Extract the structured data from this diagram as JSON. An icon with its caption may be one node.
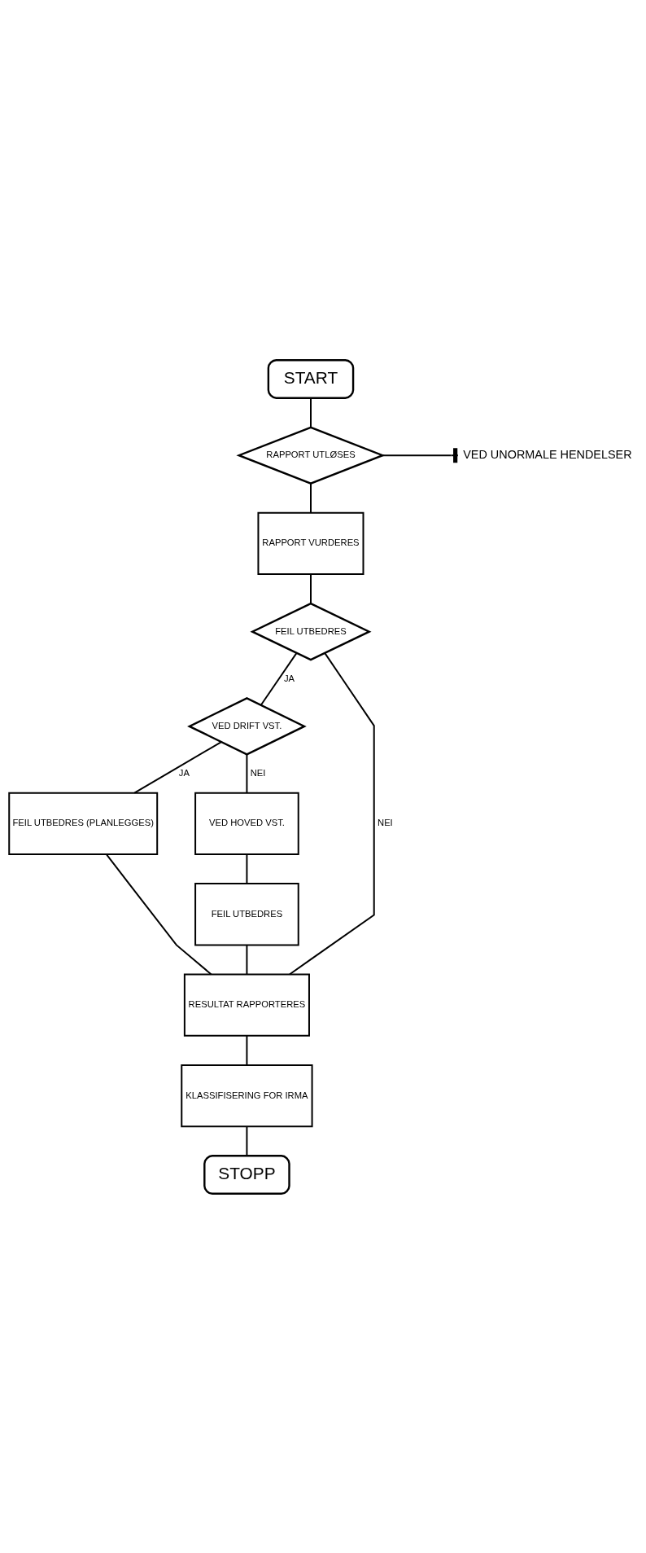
{
  "diagram": {
    "nodes": [
      {
        "text": [
          "START"
        ]
      },
      {
        "text": [
          "RAPPORT UTLØSES"
        ]
      },
      {
        "text": [
          "VED UNORMALE HENDELSER"
        ]
      },
      {
        "text": [
          "RAPPORT VURDERES"
        ]
      },
      {
        "text": [
          "FEIL UTBEDRES"
        ]
      },
      {
        "text": [
          "VED DRIFT VST."
        ]
      },
      {
        "text": [
          "FEIL UTBEDRES (PLANLEGGES)"
        ]
      },
      {
        "text": [
          "VED HOVED VST."
        ]
      },
      {
        "text": [
          "FEIL UTBEDRES"
        ]
      },
      {
        "text": [
          "RESULTAT RAPPORTERES"
        ]
      },
      {
        "text": [
          "KLASSIFISERING FOR IRMA"
        ]
      },
      {
        "text": [
          "STOPP"
        ]
      }
    ],
    "edges": [
      {
        "from": 0,
        "to": 1,
        "arrow": "none"
      },
      {
        "from": 1,
        "to": 2,
        "arrow": "other"
      },
      {
        "from": 1,
        "to": 3,
        "arrow": "none"
      },
      {
        "from": 3,
        "to": 4,
        "arrow": "none"
      },
      {
        "from": 4,
        "to": 5,
        "arrow": "none",
        "label": "JA"
      },
      {
        "from": 4,
        "to": 9,
        "arrow": "none",
        "label": "NEI"
      },
      {
        "from": 5,
        "to": 6,
        "arrow": "none",
        "label": "JA"
      },
      {
        "from": 5,
        "to": 7,
        "arrow": "none",
        "label": "NEI"
      },
      {
        "from": 7,
        "to": 8,
        "arrow": "none"
      },
      {
        "from": 6,
        "to": 9,
        "arrow": "none"
      },
      {
        "from": 8,
        "to": 9,
        "arrow": "none"
      },
      {
        "from": 9,
        "to": 10,
        "arrow": "none"
      },
      {
        "from": 10,
        "to": 11,
        "arrow": "none"
      }
    ]
  }
}
